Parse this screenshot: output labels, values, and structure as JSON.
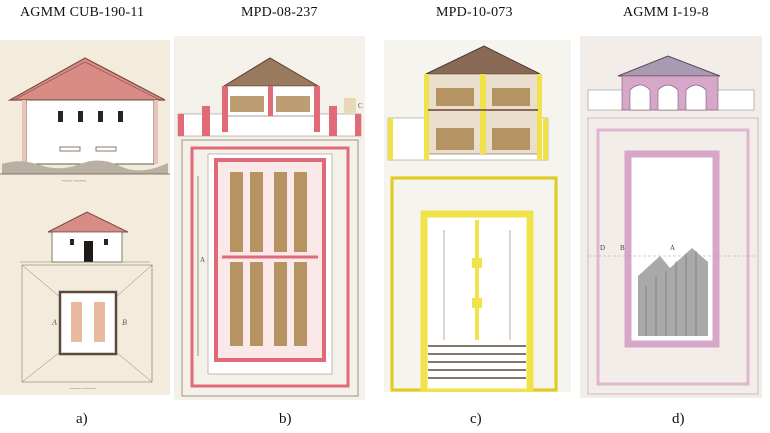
{
  "figure": {
    "panels": [
      {
        "title": "AGMM CUB-190-11",
        "caption": "a)",
        "labels": [
          "A",
          "B"
        ]
      },
      {
        "title": "MPD-08-237",
        "caption": "b)",
        "labels": [
          "C",
          "A"
        ]
      },
      {
        "title": "MPD-10-073",
        "caption": "c)",
        "labels": []
      },
      {
        "title": "AGMM I-19-8",
        "caption": "d)",
        "labels": [
          "D",
          "B",
          "A"
        ]
      }
    ]
  },
  "colors": {
    "paper_a": "#f3ecdc",
    "paper_b": "#f4f1ea",
    "paper_c": "#f6f4ee",
    "paper_d": "#f2ede8",
    "roof_a": "#d98c86",
    "pink": "#e06a78",
    "wood": "#b59363",
    "yellow": "#f2e24a",
    "lilac": "#d6a7c8",
    "ink": "#4a4038"
  }
}
